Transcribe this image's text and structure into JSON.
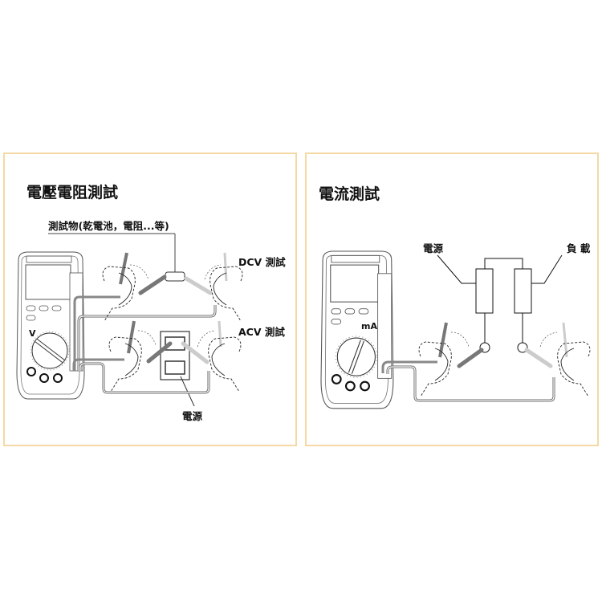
{
  "left_panel": {
    "title": "電壓電阻測試",
    "test_object_label": "測試物(乾電池，電阻...等)",
    "dcv_label": "DCV 測試",
    "acv_label": "ACV 測試",
    "power_label": "電源",
    "dial_label": "V"
  },
  "right_panel": {
    "title": "電流測試",
    "power_label": "電源",
    "load_label": "負 載",
    "dial_label": "mA"
  },
  "colors": {
    "border": "#f5d9a5",
    "line": "#111111",
    "probe": "#8a8a8a"
  }
}
